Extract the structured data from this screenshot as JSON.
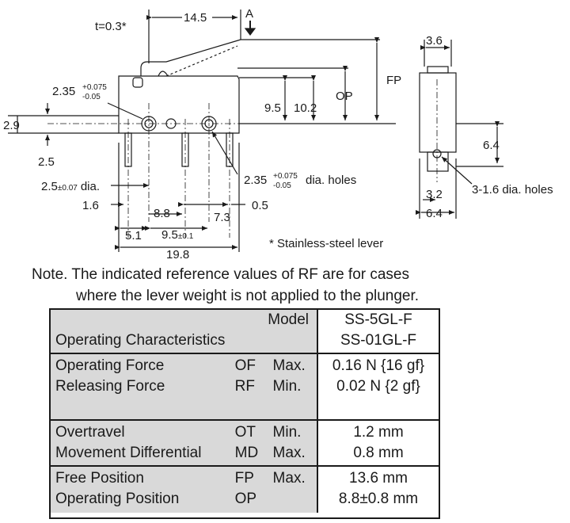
{
  "drawing": {
    "dims": {
      "lever_thickness": "t=0.3*",
      "lever_length": "14.5",
      "actuation_point": "A",
      "free_position": "FP",
      "operating_position": "OP",
      "height_9_5": "9.5",
      "height_10_2": "10.2",
      "pin_hole_dia": "2.35",
      "pin_tol_plus": "+0.075",
      "pin_tol_minus": "-0.05",
      "dim_2_9": "2.9",
      "dim_2_5": "2.5",
      "terminal_dia_base": "2.5",
      "terminal_dia_tol": "±0.07",
      "terminal_dia_suffix": "dia.",
      "mount_holes_base": "2.35",
      "mount_holes_tol_plus": "+0.075",
      "mount_holes_tol_minus": "-0.05",
      "mount_holes_suffix": "dia. holes",
      "dim_1_6": "1.6",
      "dim_8_8": "8.8",
      "dim_7_3": "7.3",
      "dim_0_5": "0.5",
      "dim_5_1": "5.1",
      "dim_9_5_base": "9.5",
      "dim_9_5_tol": "±0.1",
      "dim_19_8": "19.8",
      "side_width": "3.6",
      "side_height": "6.4",
      "side_3_2": "3.2",
      "side_6_4": "6.4",
      "side_holes": "3-1.6 dia. holes",
      "lever_note": "* Stainless-steel lever"
    }
  },
  "note": {
    "line1": "Note. The indicated reference values of RF are for cases",
    "line2": "where the lever weight is not applied to the plunger."
  },
  "table": {
    "header": {
      "model_label": "Model",
      "char_label": "Operating Characteristics",
      "model_1": "SS-5GL-F",
      "model_2": "SS-01GL-F"
    },
    "rows": [
      {
        "name": "Operating Force",
        "abbr": "OF",
        "limit": "Max.",
        "value": "0.16 N {16 gf}"
      },
      {
        "name": "Releasing Force",
        "abbr": "RF",
        "limit": "Min.",
        "value": "0.02 N {2 gf}"
      },
      {
        "name": "Overtravel",
        "abbr": "OT",
        "limit": "Min.",
        "value": "1.2 mm"
      },
      {
        "name": "Movement Differential",
        "abbr": "MD",
        "limit": "Max.",
        "value": "0.8 mm"
      },
      {
        "name": "Free Position",
        "abbr": "FP",
        "limit": "Max.",
        "value": "13.6 mm"
      },
      {
        "name": "Operating Position",
        "abbr": "OP",
        "limit": "",
        "value": "8.8±0.8 mm"
      }
    ]
  }
}
